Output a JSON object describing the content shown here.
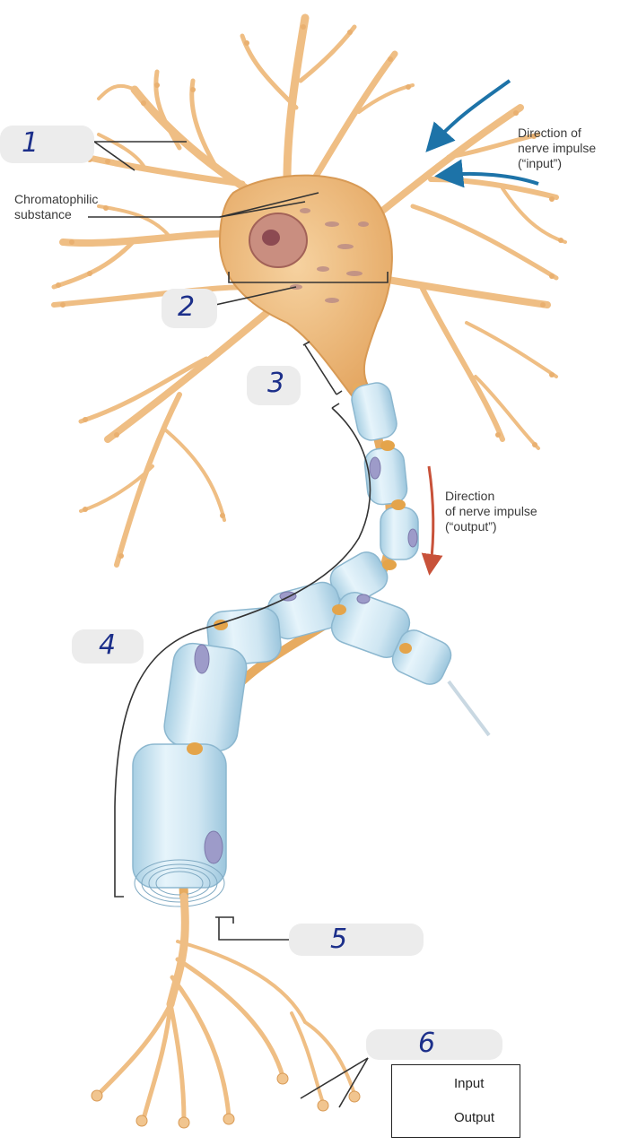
{
  "labels": {
    "chromatophilic": "Chromatophilic\nsubstance",
    "input_direction": "Direction of\nnerve impulse\n(“input”)",
    "output_direction": "Direction\nof nerve impulse\n(“output”)"
  },
  "answers": [
    "1",
    "2",
    "3",
    "4",
    "5",
    "6"
  ],
  "legend": {
    "input": "Input",
    "output": "Output"
  },
  "colors": {
    "neuron_fill": "#f2c48c",
    "neuron_stroke": "#d89a55",
    "soma_fill": "#eeb474",
    "nucleus": "#b87068",
    "myelin_fill": "#cfe6f2",
    "myelin_stroke": "#8cb7cf",
    "node": "#e4a44a",
    "input_arrow": "#1d73a8",
    "output_arrow": "#c8523a",
    "handwriting": "#1c2f8a",
    "tag_bg": "#ececec"
  }
}
